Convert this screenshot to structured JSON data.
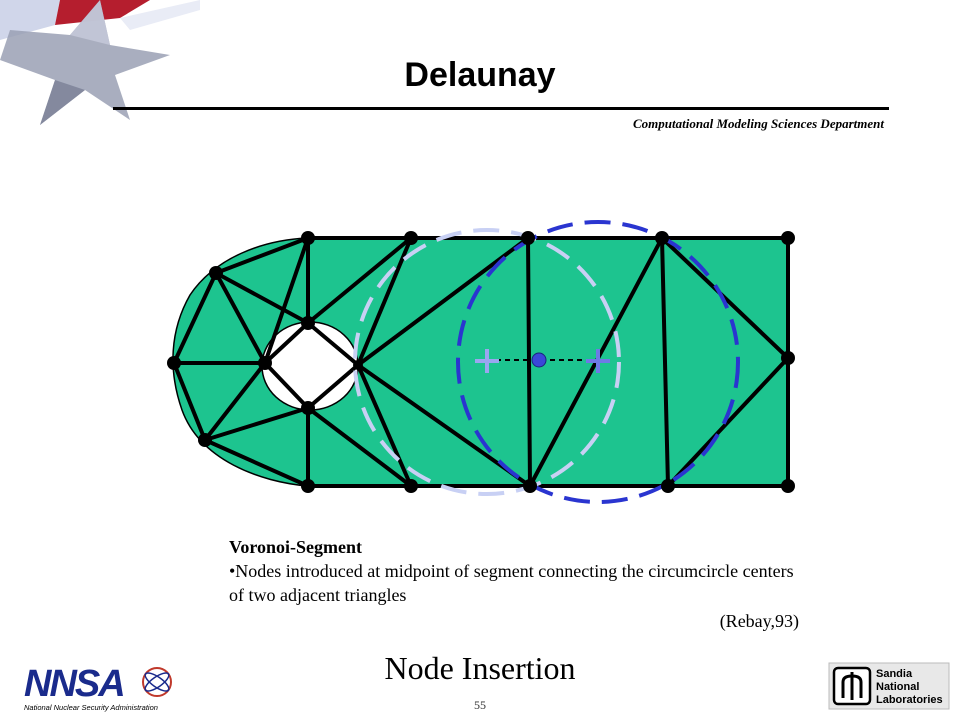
{
  "header": {
    "title": "Delaunay",
    "department": "Computational Modeling Sciences Department"
  },
  "body": {
    "heading": "Voronoi-Segment",
    "bullet": "•Nodes introduced at midpoint of segment connecting the circumcircle centers of two adjacent triangles",
    "citation": "(Rebay,93)"
  },
  "footer": {
    "subtitle": "Node Insertion",
    "page_number": "55",
    "left_logo_text": "NNSA",
    "left_logo_caption": "National Nuclear Security Administration",
    "right_logo_line1": "Sandia",
    "right_logo_line2": "National",
    "right_logo_line3": "Laboratories"
  },
  "colors": {
    "mesh_fill": "#1dc48f",
    "mesh_edge": "#000000",
    "circle_light": "#c8d0f4",
    "circle_dark": "#2a35d0",
    "center_marker": "#9aa6f0",
    "inserted_node": "#3a48d8",
    "logo_blue": "#1a2b8c"
  }
}
